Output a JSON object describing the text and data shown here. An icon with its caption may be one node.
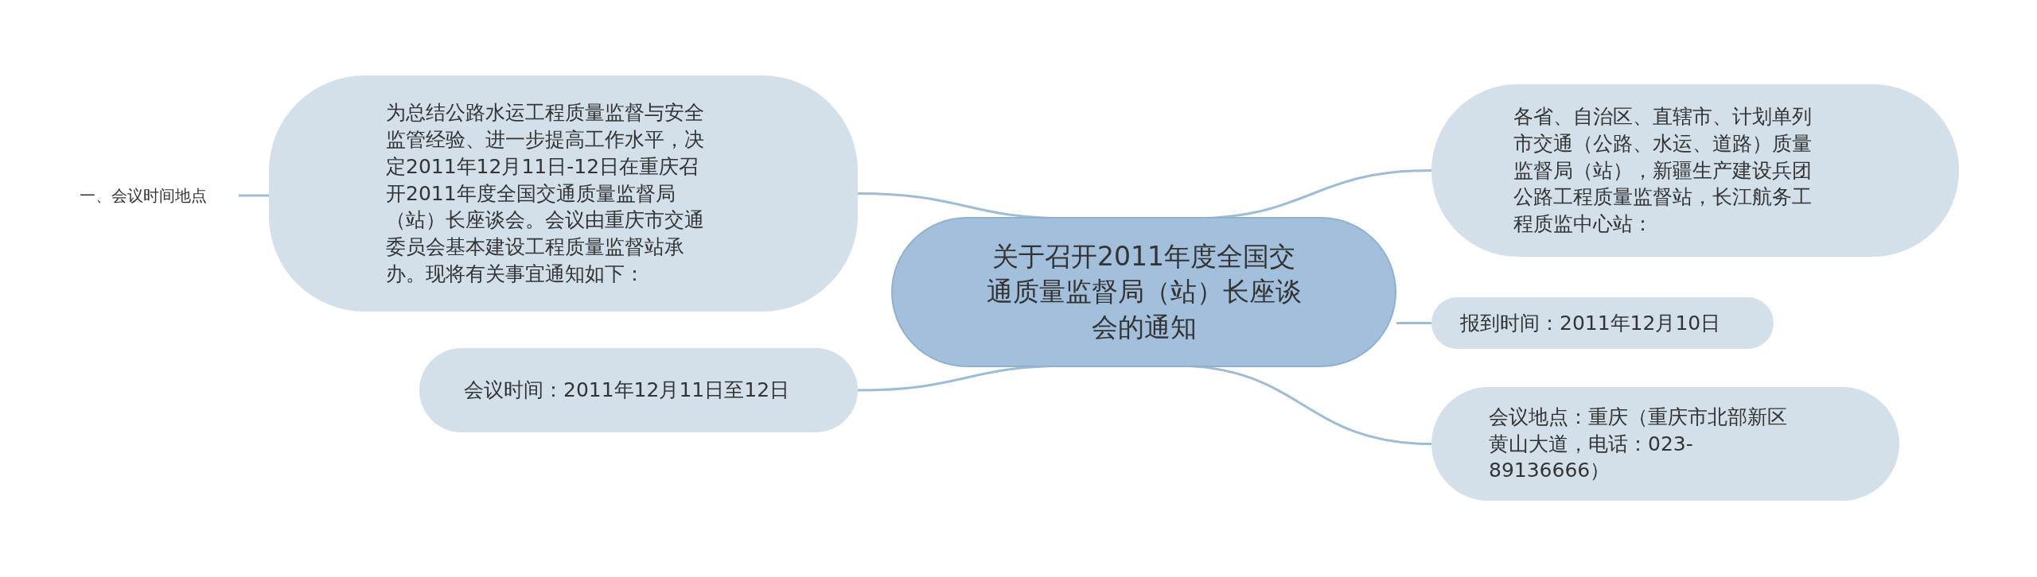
{
  "diagram": {
    "nodes": [
      {
        "text": [
          "关于召开2011年度全国交通质量监督局（站）长座谈会的通知"
        ]
      },
      {
        "text": [
          "一、会议时间地点"
        ]
      },
      {
        "text": [
          "为总结公路水运工程质量监督与安全监管经验、进一步提高工作水平，决定2011年12月11日-12日在重庆召开2011年度全国交通质量监督局（站）长座谈会。会议由重庆市交通委员会基本建设工程质量监督站承办。现将有关事宜通知如下："
        ]
      },
      {
        "text": [
          "会议时间：2011年12月11日至12日"
        ]
      },
      {
        "text": [
          "各省、自治区、直辖市、计划单列市交通（公路、水运、道路）质量监督局（站），新疆生产建设兵团公路工程质量监督站，长江航务工程质监中心站："
        ]
      },
      {
        "text": [
          "报到时间：2011年12月10日"
        ]
      },
      {
        "text": [
          "会议地点：重庆（重庆市北部新区黄山大道，电话：023-89136666）"
        ]
      }
    ],
    "edges": [
      {
        "from": 0,
        "to": 2,
        "arrow": "none"
      },
      {
        "from": 2,
        "to": 1,
        "arrow": "none"
      },
      {
        "from": 0,
        "to": 3,
        "arrow": "none"
      },
      {
        "from": 0,
        "to": 4,
        "arrow": "none"
      },
      {
        "from": 0,
        "to": 5,
        "arrow": "none"
      },
      {
        "from": 0,
        "to": 6,
        "arrow": "none"
      }
    ]
  }
}
